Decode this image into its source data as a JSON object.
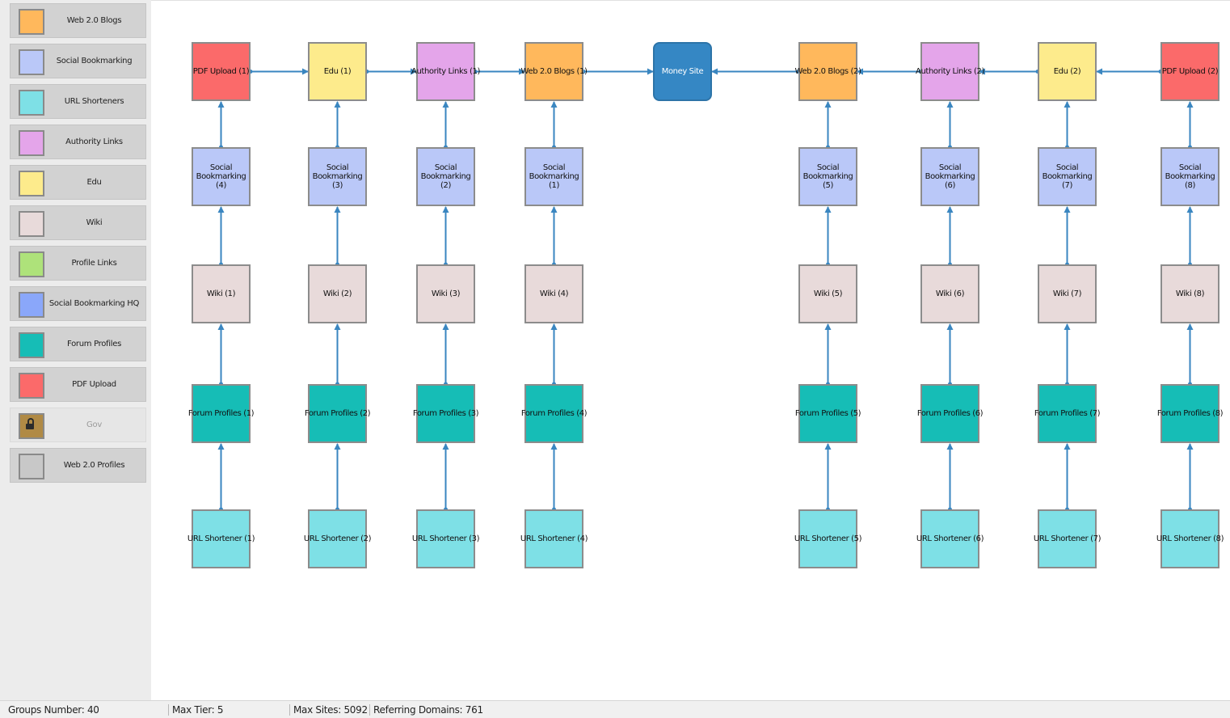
{
  "palette": [
    {
      "label": "Web 2.0 Blogs",
      "color": "#ffb85c",
      "locked": false
    },
    {
      "label": "Social Bookmarking",
      "color": "#bac8f8",
      "locked": false
    },
    {
      "label": "URL Shorteners",
      "color": "#7ee0e6",
      "locked": false
    },
    {
      "label": "Authority Links",
      "color": "#e4a5ea",
      "locked": false
    },
    {
      "label": "Edu",
      "color": "#fdeb8c",
      "locked": false
    },
    {
      "label": "Wiki",
      "color": "#e8dada",
      "locked": false
    },
    {
      "label": "Profile Links",
      "color": "#aee27a",
      "locked": false
    },
    {
      "label": "Social Bookmarking HQ",
      "color": "#8aa7fa",
      "locked": false
    },
    {
      "label": "Forum Profiles",
      "color": "#16bdb6",
      "locked": false
    },
    {
      "label": "PDF Upload",
      "color": "#fb6a6a",
      "locked": false
    },
    {
      "label": "Gov",
      "color": "#b08a45",
      "locked": true,
      "icon": "lock-icon"
    },
    {
      "label": "Web 2.0 Profiles",
      "color": "#c8c8c8",
      "locked": false
    }
  ],
  "money_site": {
    "label": "Money Site",
    "color": "#3587c4"
  },
  "colors": {
    "pdf": "#fb6a6a",
    "edu": "#fdeb8c",
    "authority": "#e4a5ea",
    "web20": "#ffb85c",
    "social": "#bac8f8",
    "wiki": "#e8dada",
    "forum": "#16bdb6",
    "url": "#7ee0e6",
    "edge": "#3a86c0"
  },
  "columns": [
    {
      "top": "PDF Upload (1)",
      "top_type": "pdf",
      "social": "Social Bookmarking (4)",
      "wiki": "Wiki (1)",
      "forum": "Forum Profiles (1)",
      "url": "URL Shortener (1)"
    },
    {
      "top": "Edu (1)",
      "top_type": "edu",
      "social": "Social Bookmarking (3)",
      "wiki": "Wiki (2)",
      "forum": "Forum Profiles (2)",
      "url": "URL Shortener (2)"
    },
    {
      "top": "Authority Links (1)",
      "top_type": "authority",
      "social": "Social Bookmarking (2)",
      "wiki": "Wiki (3)",
      "forum": "Forum Profiles (3)",
      "url": "URL Shortener (3)"
    },
    {
      "top": "Web 2.0 Blogs (1)",
      "top_type": "web20",
      "social": "Social Bookmarking (1)",
      "wiki": "Wiki (4)",
      "forum": "Forum Profiles (4)",
      "url": "URL Shortener (4)"
    },
    {
      "top": "Web 2.0 Blogs (2)",
      "top_type": "web20",
      "social": "Social Bookmarking (5)",
      "wiki": "Wiki (5)",
      "forum": "Forum Profiles (5)",
      "url": "URL Shortener (5)"
    },
    {
      "top": "Authority Links (2)",
      "top_type": "authority",
      "social": "Social Bookmarking (6)",
      "wiki": "Wiki (6)",
      "forum": "Forum Profiles (6)",
      "url": "URL Shortener (6)"
    },
    {
      "top": "Edu (2)",
      "top_type": "edu",
      "social": "Social Bookmarking (7)",
      "wiki": "Wiki (7)",
      "forum": "Forum Profiles (7)",
      "url": "URL Shortener (7)"
    },
    {
      "top": "PDF Upload (2)",
      "top_type": "pdf",
      "social": "Social Bookmarking (8)",
      "wiki": "Wiki (8)",
      "forum": "Forum Profiles (8)",
      "url": "URL Shortener (8)"
    }
  ],
  "status": {
    "groups": "Groups Number: 40",
    "max_tier": "Max Tier: 5",
    "max_sites": "Max Sites: 5092",
    "referring": "Referring Domains: 761"
  }
}
